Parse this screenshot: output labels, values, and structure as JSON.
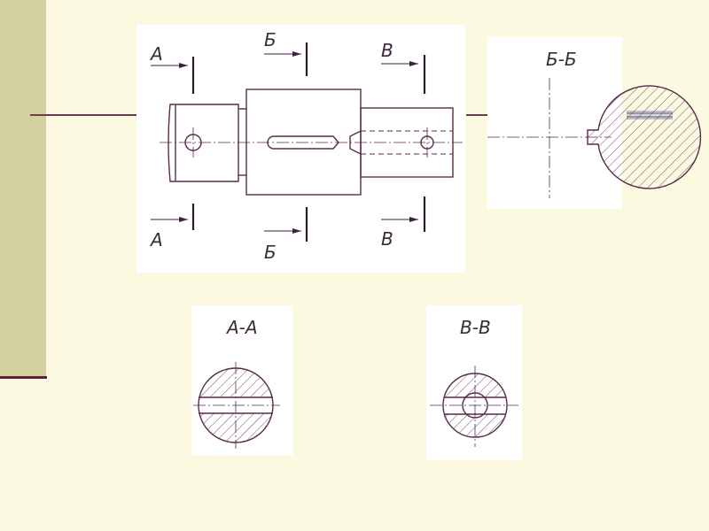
{
  "main_view": {
    "sections": [
      {
        "id": "a",
        "top_label": "А",
        "bottom_label": "А"
      },
      {
        "id": "b",
        "top_label": "Б",
        "bottom_label": "Б"
      },
      {
        "id": "v",
        "top_label": "В",
        "bottom_label": "В"
      }
    ]
  },
  "section_views": {
    "bb": {
      "title": "Б-Б"
    },
    "aa": {
      "title": "А-А"
    },
    "vv": {
      "title": "В-В"
    }
  },
  "colors": {
    "line": "#5a2a4a",
    "background": "#fbf9e0",
    "sidebar": "#d4d0a0",
    "panel": "#ffffff"
  }
}
